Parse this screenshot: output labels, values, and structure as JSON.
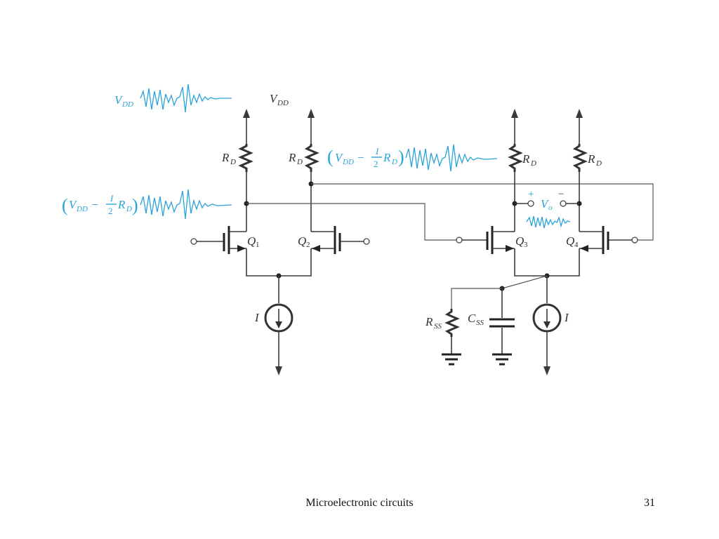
{
  "footer": {
    "title": "Microelectronic circuits",
    "page_number": "31"
  },
  "labels": {
    "V": "V",
    "DD": "DD",
    "R": "R",
    "D": "D",
    "Q": "Q",
    "q1": "1",
    "q2": "2",
    "q3": "3",
    "q4": "4",
    "I": "I",
    "SS": "SS",
    "C": "C",
    "o": "o",
    "minus": "−",
    "two": "2",
    "plus": "+",
    "paren_open": "(",
    "paren_close": ")"
  },
  "colors": {
    "annotation": "#29a3d8",
    "wire": "#3a3a3a"
  }
}
